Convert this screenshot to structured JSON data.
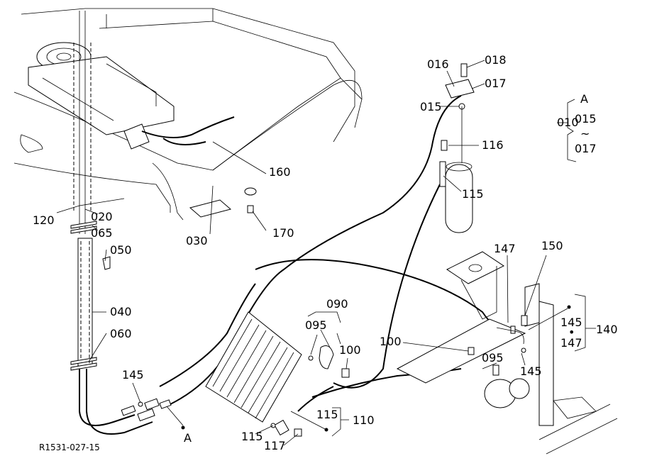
{
  "diagram_code": "R1531-027-15",
  "labels": {
    "p016": "016",
    "p018": "018",
    "p017": "017",
    "p015": "015",
    "p116": "116",
    "p115a": "115",
    "group_A": "A",
    "p010": "010",
    "g015": "015",
    "g_tilde": "~",
    "g017": "017",
    "p160": "160",
    "p170": "170",
    "p030": "030",
    "p120": "120",
    "p020": "020",
    "p065": "065",
    "p050": "050",
    "p040": "040",
    "p060": "060",
    "p145a": "145",
    "p090": "090",
    "p095a": "095",
    "p100a": "100",
    "p147a": "147",
    "p150": "150",
    "p100b": "100",
    "p095b": "095",
    "p145b": "145",
    "p145c": "145",
    "dot": "•",
    "p147b": "147",
    "p140": "140",
    "p115b": "115",
    "p110": "110",
    "p115c": "115",
    "p117": "117",
    "ref_A": "A"
  }
}
